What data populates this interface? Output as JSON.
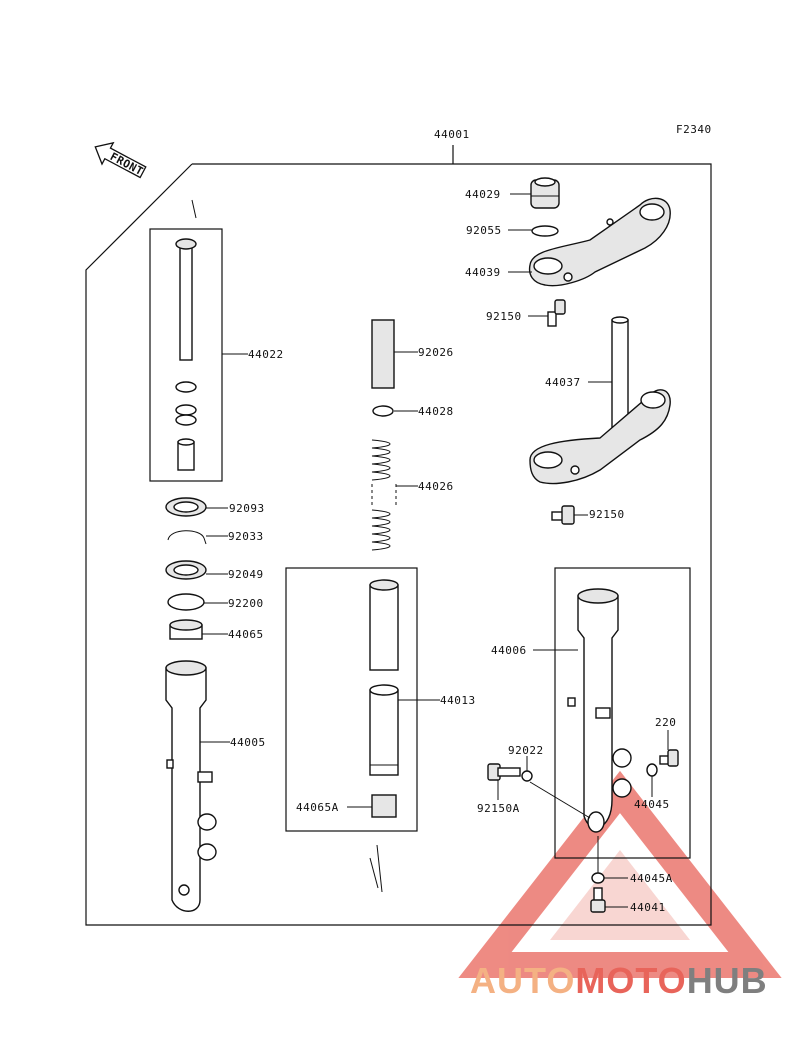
{
  "diagram_code": "F2340",
  "front_label": "FRONT",
  "labels": {
    "p44001": "44001",
    "p44029": "44029",
    "p92055": "92055",
    "p44039": "44039",
    "p92150_top": "92150",
    "p44037": "44037",
    "p92150_mid": "92150",
    "p44022": "44022",
    "p92026": "92026",
    "p44028": "44028",
    "p44026": "44026",
    "p92093": "92093",
    "p92033": "92033",
    "p92049": "92049",
    "p92200": "92200",
    "p44065": "44065",
    "p44005": "44005",
    "p44013": "44013",
    "p44065A": "44065A",
    "p44006": "44006",
    "p220": "220",
    "p92022": "92022",
    "p92150A": "92150A",
    "p44045": "44045",
    "p44045A": "44045A",
    "p44041": "44041"
  },
  "watermark": {
    "part1": "AUTO",
    "part2": "MOTO",
    "part3": "HUB"
  },
  "colors": {
    "line": "#111111",
    "watermark_red": "#e8645a",
    "watermark_orange": "#f4b183",
    "watermark_gray": "#7f7f7f"
  }
}
